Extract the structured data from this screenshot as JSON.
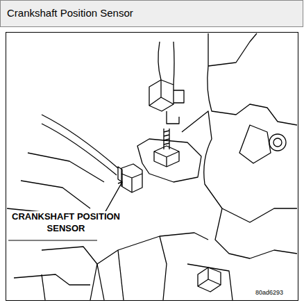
{
  "diagram": {
    "title": "Crankshaft Position Sensor",
    "labels": [
      "CRANKSHAFT POSITION SENSOR",
      "80ad6293"
    ]
  }
}
